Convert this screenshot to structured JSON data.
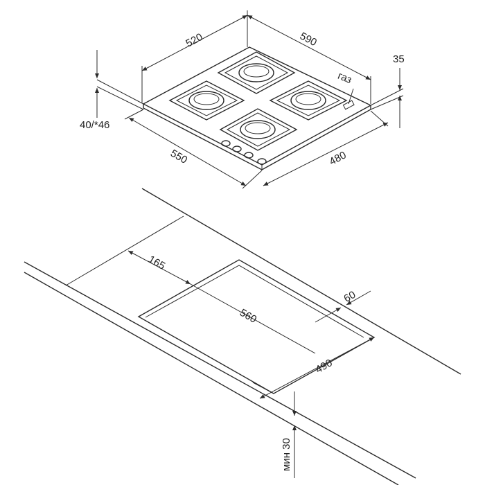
{
  "hob": {
    "width_label": "520",
    "depth_label": "590",
    "height_label": "35",
    "gas_label": "газ",
    "thickness_label": "40/*46",
    "cut_width_label": "550",
    "cut_depth_label": "480"
  },
  "countertop": {
    "front_offset_label": "165",
    "back_offset_label": "60",
    "cutout_width_label": "560",
    "cutout_depth_label": "490",
    "min_thickness_label": "мин 30"
  }
}
